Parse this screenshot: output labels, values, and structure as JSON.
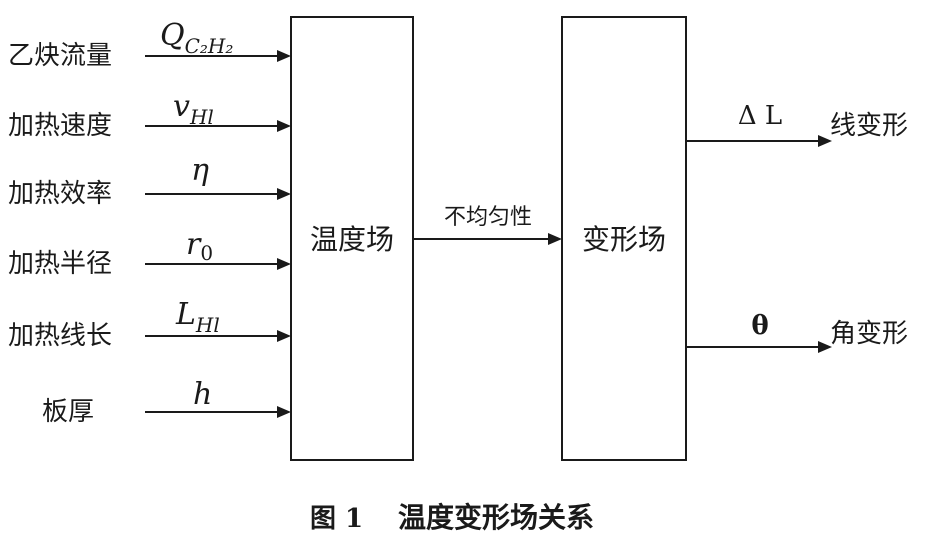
{
  "inputs": [
    {
      "label": "乙炔流量",
      "symbol": "Q",
      "subscript": "C₂H₂"
    },
    {
      "label": "加热速度",
      "symbol": "v",
      "subscript": "Hl"
    },
    {
      "label": "加热效率",
      "symbol": "η",
      "subscript": ""
    },
    {
      "label": "加热半径",
      "symbol": "r",
      "subscript": "0"
    },
    {
      "label": "加热线长",
      "symbol": "L",
      "subscript": "Hl"
    },
    {
      "label": "板厚",
      "symbol": "h",
      "subscript": ""
    }
  ],
  "blocks": {
    "temperature_field": "温度场",
    "deformation_field": "变形场"
  },
  "link_label": "不均匀性",
  "outputs": [
    {
      "symbol": "Δ L",
      "label": "线变形"
    },
    {
      "symbol": "θ",
      "label": "角变形"
    }
  ],
  "caption": {
    "number": "图 1",
    "text": "温度变形场关系"
  }
}
